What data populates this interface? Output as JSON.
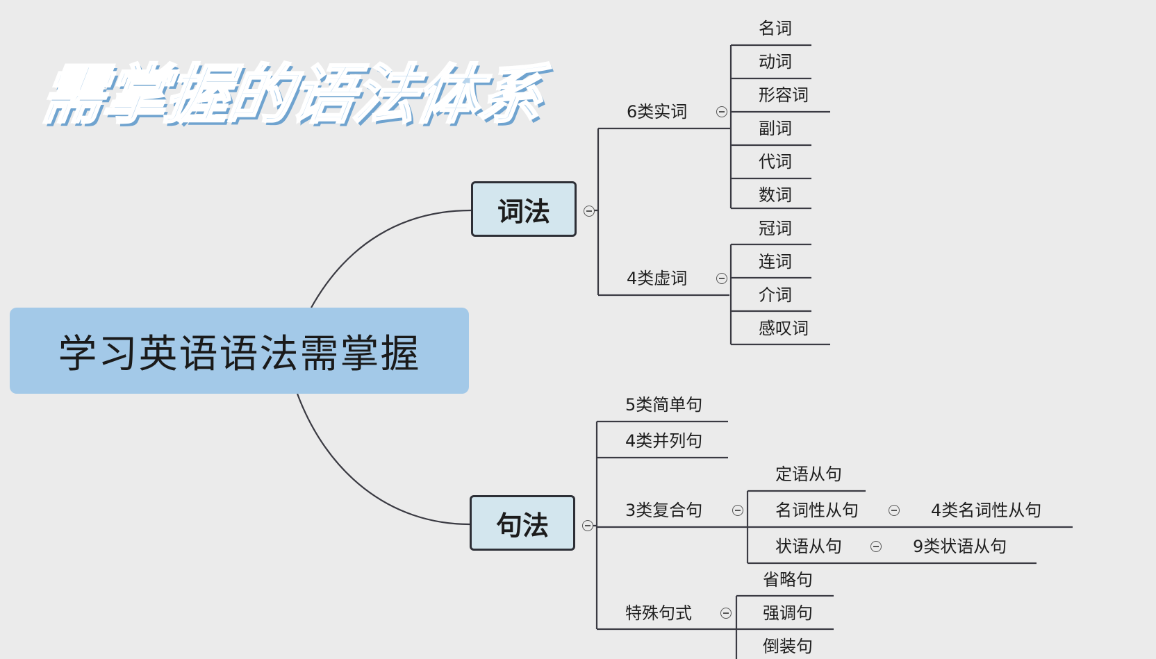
{
  "page_title": "需掌握的语法体系",
  "root": {
    "label": "学习英语语法需掌握"
  },
  "branches": {
    "cifa": {
      "label": "词法",
      "groups": [
        {
          "label": "6类实词",
          "items": [
            "名词",
            "动词",
            "形容词",
            "副词",
            "代词",
            "数词"
          ]
        },
        {
          "label": "4类虚词",
          "items": [
            "冠词",
            "连词",
            "介词",
            "感叹词"
          ]
        }
      ]
    },
    "jufa": {
      "label": "句法",
      "simple": "5类简单句",
      "compound": "4类并列句",
      "complex": {
        "label": "3类复合句",
        "attributive": "定语从句",
        "nominal": "名词性从句",
        "nominal_detail": "4类名词性从句",
        "adverbial": "状语从句",
        "adverbial_detail": "9类状语从句"
      },
      "special": {
        "label": "特殊句式",
        "items": [
          "省略句",
          "强调句",
          "倒装句"
        ]
      }
    }
  },
  "colors": {
    "background": "#ebebeb",
    "root": "#a3c9e8",
    "branch": "#d3e6ee",
    "line": "#3a3a42"
  }
}
